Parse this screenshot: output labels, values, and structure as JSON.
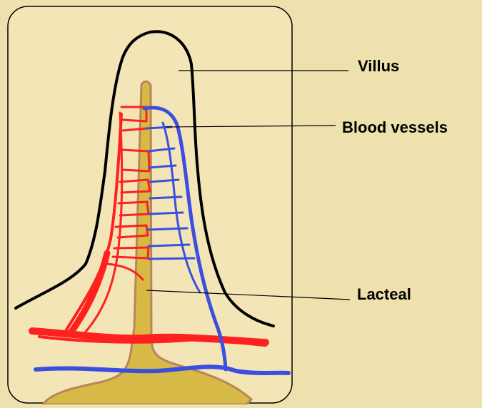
{
  "diagram": {
    "labels": {
      "villus": "Villus",
      "blood_vessels": "Blood vessels",
      "lacteal": "Lacteal"
    },
    "colors": {
      "background": "#efe1ad",
      "panel": "#f3e5b6",
      "outline": "#000000",
      "artery": "#ff2020",
      "vein": "#3a4fe0",
      "lacteal_fill": "#d7ba45",
      "lacteal_edge": "#b7865a"
    }
  }
}
